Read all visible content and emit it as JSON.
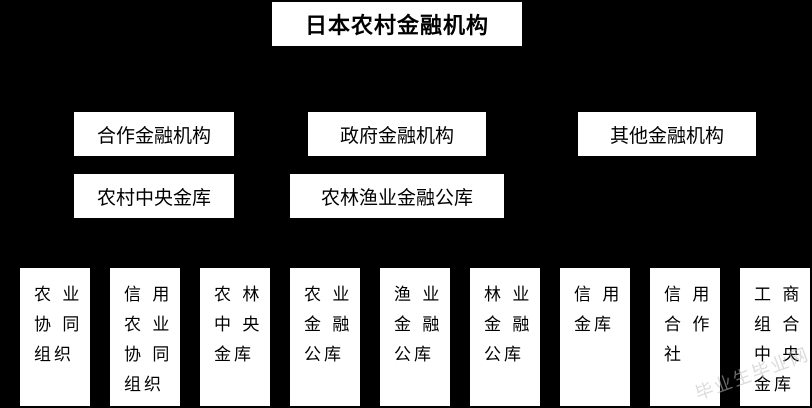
{
  "title": "日本农村金融机构",
  "categories": [
    "合作金融机构",
    "政府金融机构",
    "其他金融机构"
  ],
  "subcategories": [
    "农村中央金库",
    "农林渔业金融公库"
  ],
  "leaves": [
    "农 业\n协 同\n组织",
    "信 用\n农 业\n协 同\n组织",
    "农 林\n中 央\n金库",
    "农 业\n金 融\n公库",
    "渔 业\n金 融\n公库",
    "林 业\n金 融\n公库",
    "信 用\n金库",
    "信 用\n合 作\n社",
    "工 商\n组 合\n中 央\n金库"
  ],
  "watermark": "毕业生毕业网"
}
